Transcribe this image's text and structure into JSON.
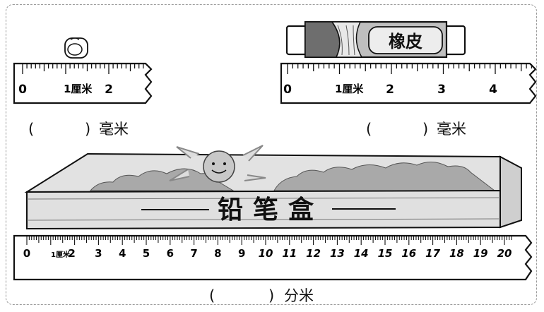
{
  "ruler1": {
    "numbers": [
      "0",
      "2"
    ],
    "cm_label": "1厘米"
  },
  "ruler2": {
    "numbers": [
      "0",
      "2",
      "3",
      "4"
    ],
    "cm_label": "1厘米"
  },
  "eraser": {
    "label": "橡皮"
  },
  "pencil_box": {
    "label": "铅笔盒"
  },
  "ruler3": {
    "cm_label": "1厘米",
    "numbers": [
      "0",
      "2",
      "3",
      "4",
      "5",
      "6",
      "7",
      "8",
      "9",
      "10",
      "11",
      "12",
      "13",
      "14",
      "15",
      "16",
      "17",
      "18",
      "19",
      "20"
    ]
  },
  "blanks": [
    {
      "open": "(",
      "close": ")",
      "unit": "毫米"
    },
    {
      "open": "(",
      "close": ")",
      "unit": "毫米"
    },
    {
      "open": "(",
      "close": ")",
      "unit": "分米"
    }
  ]
}
